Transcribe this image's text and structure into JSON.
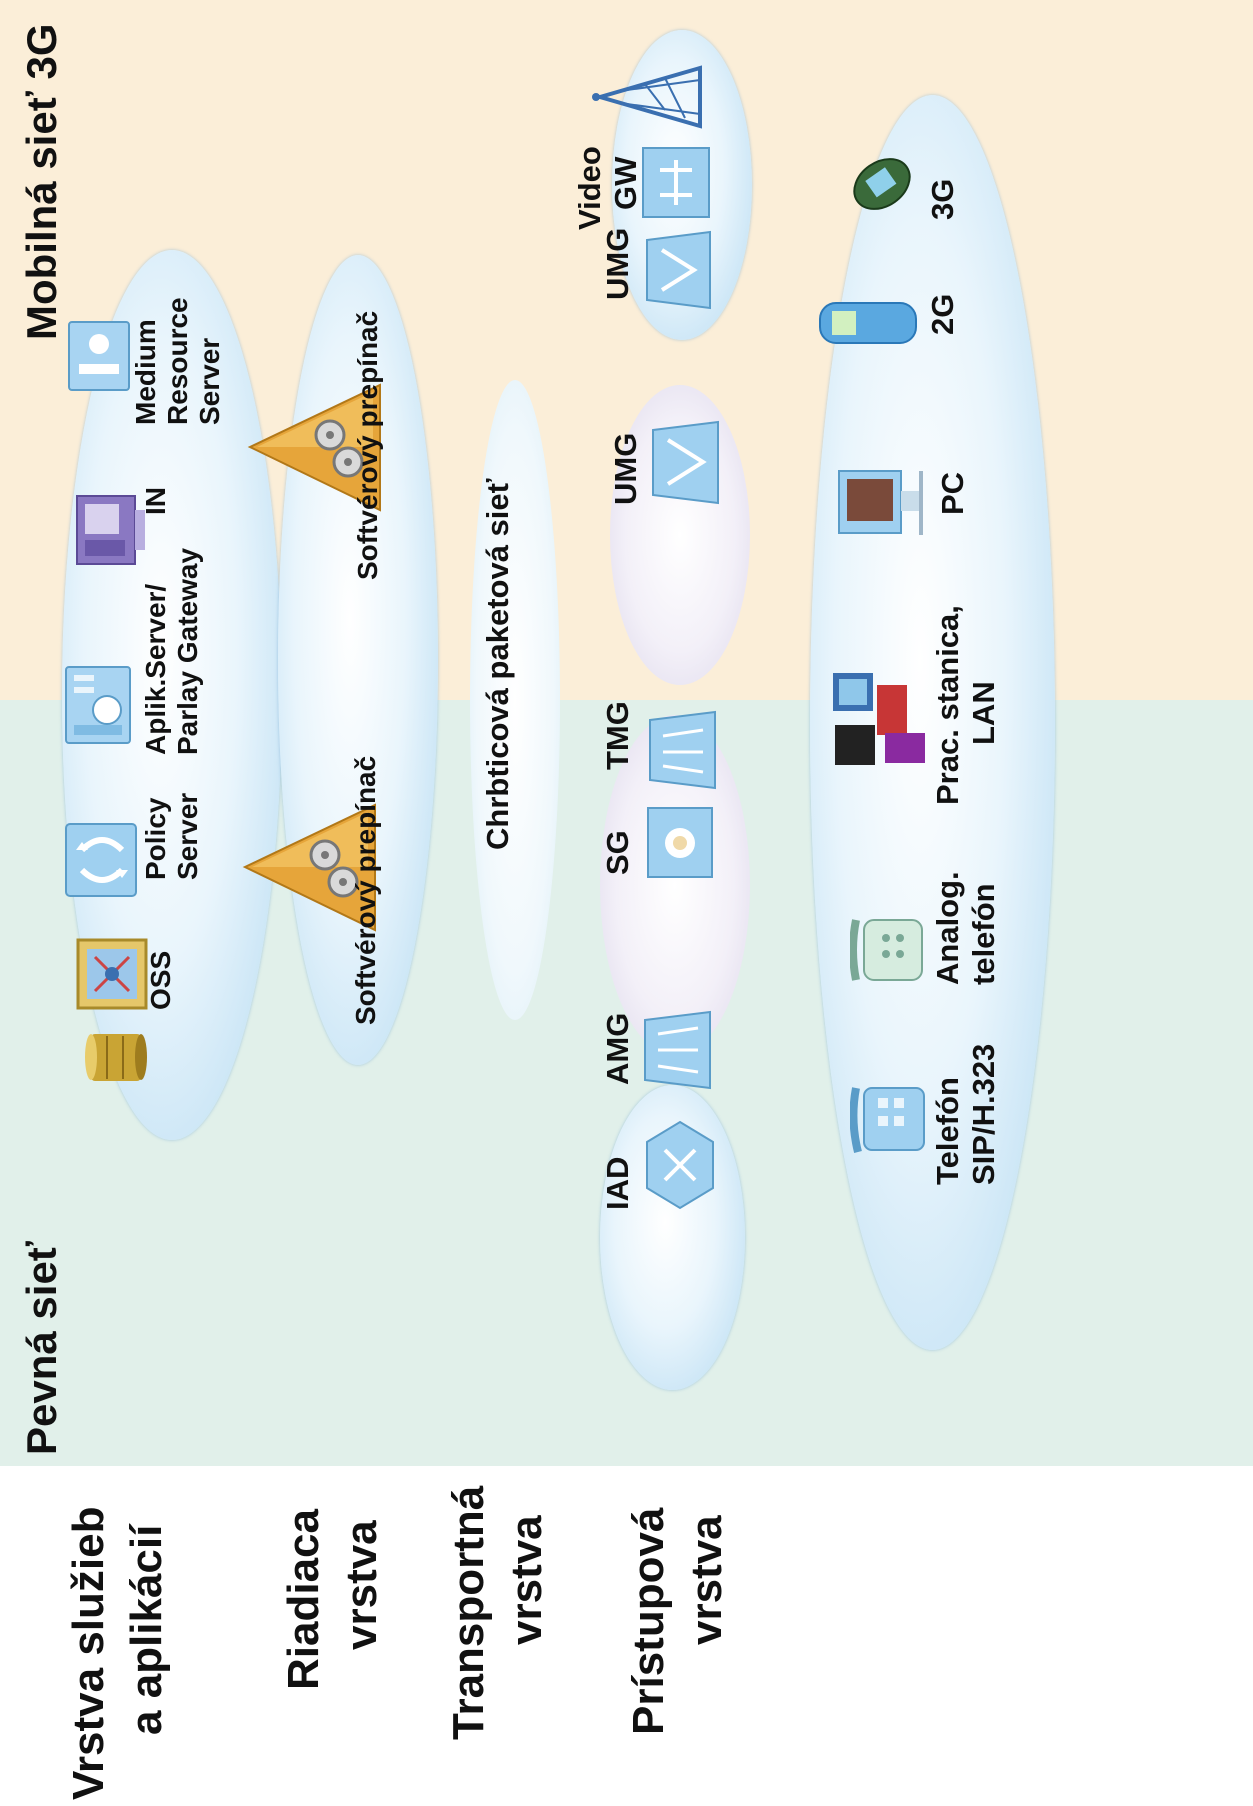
{
  "networks": {
    "mobile_title": "Mobilná sieť 3G",
    "fixed_title": "Pevná sieť"
  },
  "layers": {
    "services": [
      "Vrstva služieb",
      "a aplikácií"
    ],
    "control": [
      "Riadiaca",
      "vrstva"
    ],
    "transport": [
      "Transportná",
      "vrstva"
    ],
    "access": [
      "Prístupová",
      "vrstva"
    ]
  },
  "service_layer": {
    "oss": "OSS",
    "policy": [
      "Policy",
      "Server"
    ],
    "aplik": [
      "Aplik.Server/",
      "Parlay Gateway"
    ],
    "in": "IN",
    "medium": [
      "Medium",
      "Resource",
      "Server"
    ]
  },
  "control_layer": {
    "softswitch_1": "Softvérový prepínač",
    "softswitch_2": "Softvérový prepínač"
  },
  "transport_layer": {
    "backbone": "Chrbticová paketová sieť"
  },
  "access_layer": {
    "iad": "IAD",
    "amg": "AMG",
    "sg": "SG",
    "tmg": "TMG",
    "umg_cloud": "UMG",
    "umg_mobile": "UMG",
    "video": [
      "Video",
      "GW"
    ]
  },
  "terminals": {
    "sip_phone": [
      "Telefón",
      "SIP/H.323"
    ],
    "analog_phone": [
      "Analog.",
      "telefón"
    ],
    "workstation": [
      "Prac. stanica,",
      "LAN"
    ],
    "pc": "PC",
    "phone_2g": "2G",
    "phone_3g": "3G"
  },
  "colors": {
    "mobile_bg": "#fbeed8",
    "fixed_bg": "#e1f0ea",
    "ellipse": "#c2e1f4",
    "softswitch": "#e6a53a",
    "device": "#8fc7ea"
  }
}
